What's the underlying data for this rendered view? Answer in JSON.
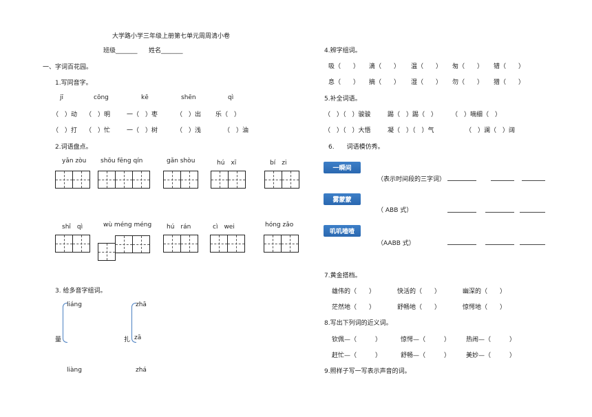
{
  "header": {
    "title": "大学路小学三年级上册第七单元周周清小卷",
    "class_label": "班级_______",
    "name_label": "姓名_______"
  },
  "left": {
    "section1": "一、字词百花园。",
    "q1": {
      "title": "1.写同音字。",
      "pinyin": [
        "jī",
        "cōng",
        "kē",
        "shēn",
        "qì"
      ],
      "row1": [
        "（　）动",
        "（　）明",
        "一（　）枣",
        "（　）出",
        "乐（　）"
      ],
      "row2": [
        "（　）打",
        "（　）忙",
        "一（　）树",
        "（　）浅",
        "（　）油"
      ]
    },
    "q2": {
      "title": "2.词语盘点。",
      "row1_pinyin": [
        "yǎn zòu",
        "shōu fēng qín",
        "gǎn shòu",
        "hú　xī",
        "bí　zi"
      ],
      "row2_pinyin": [
        "shī　qì",
        "wù méng méng",
        "hú　rán",
        "cì　wei",
        "hóng zǎo"
      ]
    },
    "q3": {
      "title": "3.  给多音字组词。",
      "c1_char": "量",
      "c1_top": "liáng",
      "c1_bottom": "liàng",
      "c2_char": "扎",
      "c2_top": "zhā",
      "c2_mid": "zā",
      "c2_bottom": "zhá"
    }
  },
  "right": {
    "q4": {
      "title": "4.辨字组词。",
      "row1": [
        "吸（　　）",
        "滴（　　）",
        "温（　　）",
        "匆（　　）",
        "错（　　）"
      ],
      "row2": [
        "息（　　）",
        "摘（　　）",
        "湿（　　）",
        "勿（　　）",
        "猎（　　）"
      ]
    },
    "q5": {
      "title": "5.补全词语。",
      "row1": [
        "（　）（　）骏骏",
        "踢（　）踢（　）",
        "（　）嘀细（　）"
      ],
      "row2": [
        "（　）（　）大悟",
        "凝（　）（　）气",
        "（　）澜（　）阔"
      ]
    },
    "q6": {
      "title": "6.　　词语模仿秀。",
      "tag1": "一瞬间",
      "hint1": "（表示时间段的三字词）",
      "tag2": "雾蒙蒙",
      "hint2": "（ ABB 式）",
      "tag3": "叽叽喳喳",
      "hint3": "（AABB 式）"
    },
    "q7": {
      "title": "7.黄金搭档。",
      "row1": [
        "雄伟的（　　）",
        "快活的（　　）",
        "幽深的（　　）"
      ],
      "row2": [
        "茫然地（　　）",
        "舒畅地（　　）",
        "惊愕地（　　）"
      ]
    },
    "q8": {
      "title": "8.写出下列词的近义词。",
      "row1": [
        "钦佩—（　　　）",
        "惊愕—（　　　）",
        "热闹—（　　　）"
      ],
      "row2": [
        "赶忙—（　　　）",
        "舒畅—（　　　）",
        "美妙—（　　　）"
      ]
    },
    "q9": {
      "title": "9.照样子写一写表示声音的词。"
    }
  }
}
